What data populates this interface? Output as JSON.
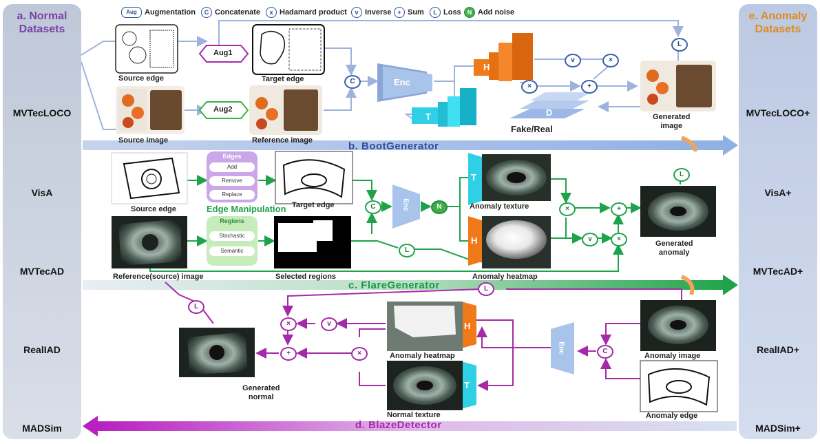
{
  "legend": [
    {
      "symbol": "Aug",
      "text": "Augmentation"
    },
    {
      "symbol": "C",
      "text": "Concatenate"
    },
    {
      "symbol": "x",
      "text": "Hadamard product"
    },
    {
      "symbol": "v",
      "text": "Inverse"
    },
    {
      "symbol": "+",
      "text": "Sum"
    },
    {
      "symbol": "L",
      "text": "Loss"
    },
    {
      "symbol": "N",
      "text": "Add noise"
    }
  ],
  "left_panel": {
    "title": "a. Normal\nDatasets",
    "datasets": [
      "MVTecLOCO",
      "VisA",
      "MVTecAD",
      "RealIAD",
      "MADSim"
    ]
  },
  "right_panel": {
    "title": "e. Anomaly\nDatasets",
    "datasets": [
      "MVTecLOCO+",
      "VisA+",
      "MVTecAD+",
      "RealIAD+",
      "MADSim+"
    ]
  },
  "boot": {
    "stage": "b.   BootGenerator",
    "source_edge": "Source edge",
    "target_edge": "Target edge",
    "source_image": "Source image",
    "reference_image": "Reference image",
    "aug1": "Aug1",
    "aug2": "Aug2",
    "enc": "Enc",
    "h": "H",
    "t": "T",
    "d": "D",
    "fake_real": "Fake/Real",
    "generated_image": "Generated\nimage"
  },
  "flare": {
    "stage": "c.   FlareGenerator",
    "source_edge": "Source edge",
    "target_edge": "Target edge",
    "edges_title": "Edges",
    "edges_ops": [
      "Add",
      "Remove",
      "Replace"
    ],
    "edge_manipulation": "Edge Manipulation",
    "regions_title": "Regions",
    "regions_ops": [
      "Stochastic",
      "Semantic"
    ],
    "reference_image": "Reference(source) image",
    "selected_regions": "Selected regions",
    "enc": "Enc",
    "anomaly_texture": "Anomaly texture",
    "anomaly_heatmap": "Anomaly heatmap",
    "generated_anomaly": "Generated\nanomaly",
    "t": "T",
    "h": "H"
  },
  "blaze": {
    "stage": "d.   BlazeDetector",
    "anomaly_heatmap": "Anomaly heatmap",
    "normal_texture": "Normal texture",
    "generated_normal": "Generated\nnormal",
    "anomaly_image": "Anomaly image",
    "anomaly_edge": "Anomaly edge",
    "enc": "Enc",
    "h": "H",
    "t": "T"
  },
  "colors": {
    "boot": "#9db3dc",
    "flare": "#1fa34a",
    "blaze": "#a42aa8",
    "enc": "#a9c4ea",
    "h": "#f07a1a",
    "t": "#2fd0e6"
  }
}
